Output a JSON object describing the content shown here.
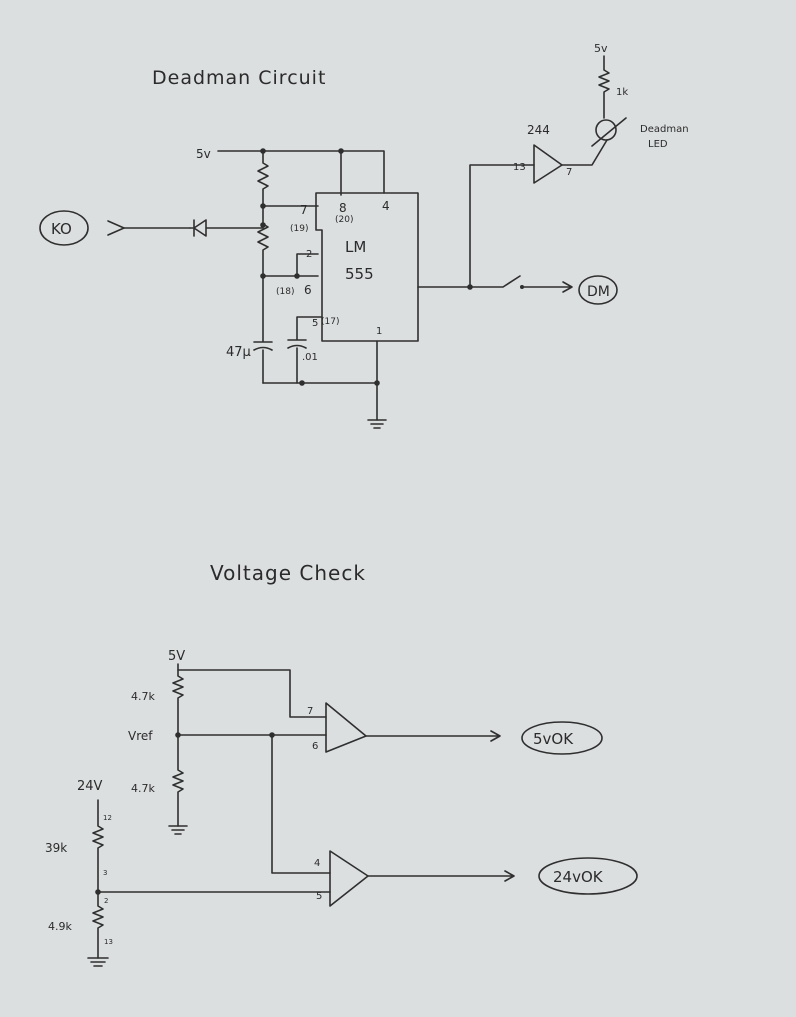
{
  "deadman": {
    "title": "Deadman Circuit",
    "supply": "5v",
    "input_label": "KO",
    "chip_line1": "LM",
    "chip_line2": "555",
    "pin7": "7",
    "pin7_alt": "(19)",
    "pin8": "8",
    "pin8_alt": "(20)",
    "pin4": "4",
    "pin2": "2",
    "pin6": "6",
    "pin6_alt": "(18)",
    "pin5": "5",
    "pin5_alt": "(17)",
    "pin1": "1",
    "cap_main": "47μ",
    "cap_small": ".01",
    "buffer_part": "244",
    "buffer_in_pin": "13",
    "buffer_out_pin": "7",
    "led_supply": "5v",
    "led_resistor": "1k",
    "led_label_line1": "Deadman",
    "led_label_line2": "LED",
    "output_label": "DM"
  },
  "voltage": {
    "title": "Voltage Check",
    "supply_5v": "5V",
    "r_top": "4.7k",
    "vref": "Vref",
    "r_bottom": "4.7k",
    "supply_24v": "24V",
    "r_39k": "39k",
    "r_49k": "4.9k",
    "pin_12": "12",
    "pin_3": "3",
    "pin_2": "2",
    "pin_13": "13",
    "comp1_pin_a": "7",
    "comp1_pin_b": "6",
    "comp2_pin_a": "4",
    "comp2_pin_b": "5",
    "out1": "5vOK",
    "out2": "24vOK"
  }
}
